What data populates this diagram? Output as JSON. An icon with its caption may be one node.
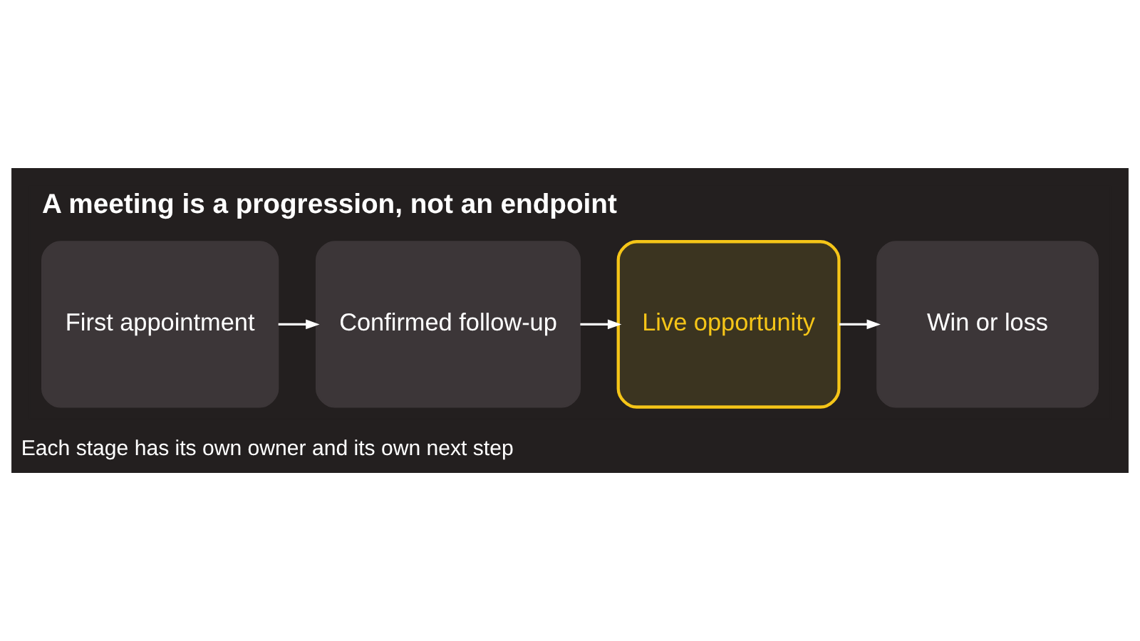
{
  "diagram": {
    "title": "A meeting is a progression, not an endpoint",
    "caption": "Each stage has its own owner and its own next step",
    "nodes": [
      {
        "text": [
          "First appointment"
        ]
      },
      {
        "text": [
          "Confirmed follow-up"
        ]
      },
      {
        "text": [
          "Live opportunity"
        ]
      },
      {
        "text": [
          "Win or loss"
        ]
      }
    ],
    "edges": [
      {
        "from": 0,
        "to": 1,
        "arrow": "to"
      },
      {
        "from": 1,
        "to": 2,
        "arrow": "to"
      },
      {
        "from": 2,
        "to": 3,
        "arrow": "to"
      }
    ]
  }
}
